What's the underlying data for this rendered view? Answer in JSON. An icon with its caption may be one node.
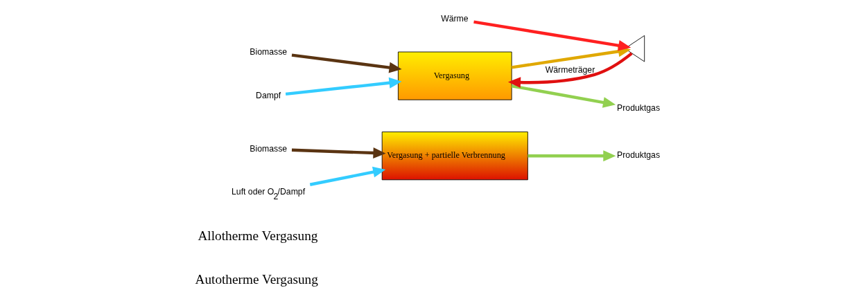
{
  "diagram": {
    "nodes": [
      {
        "text": [
          "Produktgas"
        ]
      },
      {
        "text": [
          "Biomasse"
        ]
      },
      {
        "text": [
          "Vergasung + partielle Verbrennung"
        ]
      },
      {
        "text": [
          "Luft oder O$_{2}$/Dampf"
        ]
      },
      {
        "text": [
          "Produktgas"
        ]
      },
      {
        "text": [
          "Biomasse"
        ]
      },
      {
        "text": [
          "Vergasung"
        ]
      },
      {
        "text": [
          "Dampf"
        ]
      },
      {
        "text": [],
        "shape": "picture"
      },
      {
        "text": [
          "Wärme"
        ]
      }
    ],
    "edges": [
      {
        "from": 1,
        "to": 2,
        "arrow": "to",
        "color": "#5a3412"
      },
      {
        "from": 2,
        "to": 0,
        "arrow": "to",
        "color": "#92d050"
      },
      {
        "from": 3,
        "to": 2,
        "arrow": "to",
        "color": "#33ccff"
      },
      {
        "from": 5,
        "to": 6,
        "arrow": "to",
        "color": "#5a3412"
      },
      {
        "from": 6,
        "to": 4,
        "arrow": "to",
        "color": "#92d050"
      },
      {
        "from": 7,
        "to": 6,
        "arrow": "to",
        "color": "#33ccff"
      },
      {
        "from": 8,
        "to": 6,
        "arrow": "to",
        "label": "Wärmeträger",
        "color": "#e01010"
      },
      {
        "from": 6,
        "to": 8,
        "arrow": "to",
        "color": "#e0a800"
      },
      {
        "from": 9,
        "to": 8,
        "arrow": "to",
        "color": "#ff2020"
      }
    ],
    "labels": [
      "Autotherme Vergasung",
      "Allotherme Vergasung"
    ]
  }
}
